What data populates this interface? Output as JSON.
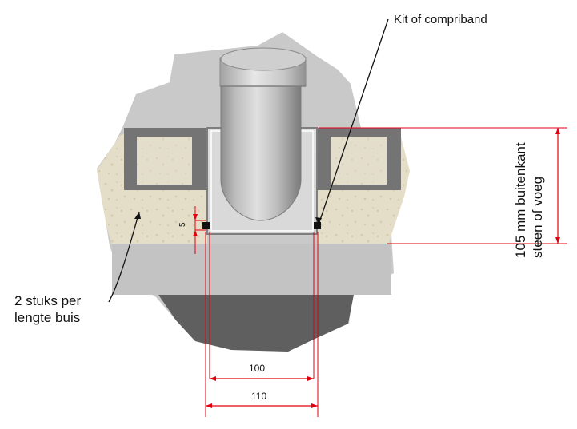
{
  "annotations": {
    "top_right_note": "Kit of compriband",
    "left_note_line1": "2 stuks per",
    "left_note_line2": "lengte buis",
    "right_note_line1": "105 mm buitenkant",
    "right_note_line2": "steen of voeg"
  },
  "dimensions": {
    "inner_width": "100",
    "outer_width": "110",
    "offset": "5"
  },
  "colors": {
    "background": "#ffffff",
    "concrete_light": "#c9c9c9",
    "concrete_mid": "#bcbcbc",
    "concrete_dark": "#5b5b5b",
    "stone": "#e4ddc8",
    "stone_texture": "#d8cfb5",
    "channel_dark": "#727272",
    "channel_inner": "#dadada",
    "pipe_light": "#d9d9d9",
    "pipe_dark": "#8a8a8a",
    "dimension_red": "#e2000f",
    "text": "#111111"
  }
}
